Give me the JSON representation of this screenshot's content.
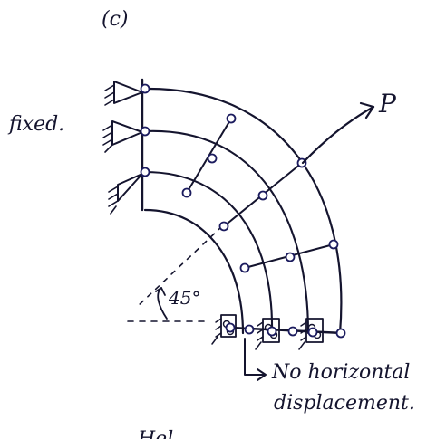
{
  "labels": {
    "part": "(c)",
    "fixed": "fixed.",
    "load": "P",
    "angle": "45°",
    "bc_line1": "No horizontal",
    "bc_line2": "displacement.",
    "cut_text": "Hel"
  }
}
